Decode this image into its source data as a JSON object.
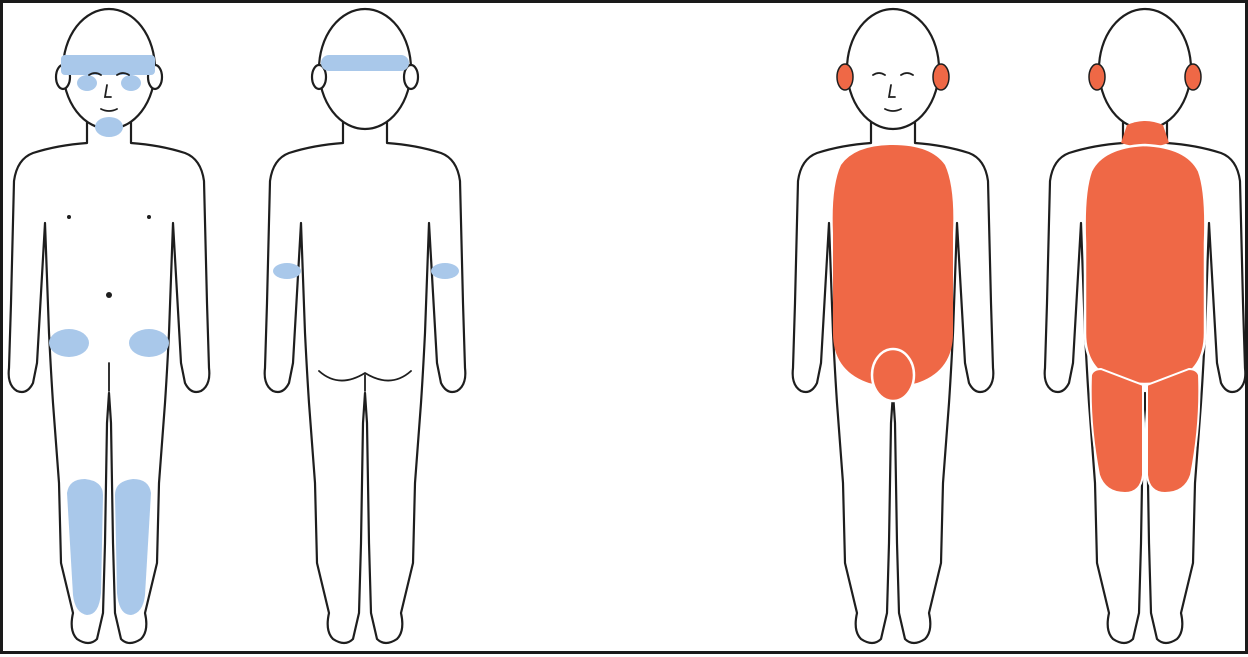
{
  "colors": {
    "background": "#ffffff",
    "outline": "#1e1e1e",
    "border": "#1a1a1a",
    "blue_region": "#a9c8ea",
    "orange_region": "#ef6846"
  },
  "figures": [
    {
      "view": "front",
      "highlight": "blue",
      "regions": [
        "forehead",
        "cheeks",
        "chin",
        "groin-left",
        "groin-right",
        "shins"
      ]
    },
    {
      "view": "back",
      "highlight": "blue",
      "regions": [
        "back-of-head-band",
        "elbow-left",
        "elbow-right"
      ]
    },
    {
      "view": "front",
      "highlight": "orange",
      "regions": [
        "ears",
        "trunk",
        "diaper-area"
      ]
    },
    {
      "view": "back",
      "highlight": "orange",
      "regions": [
        "ears",
        "nape",
        "back",
        "buttocks-thighs"
      ]
    }
  ]
}
